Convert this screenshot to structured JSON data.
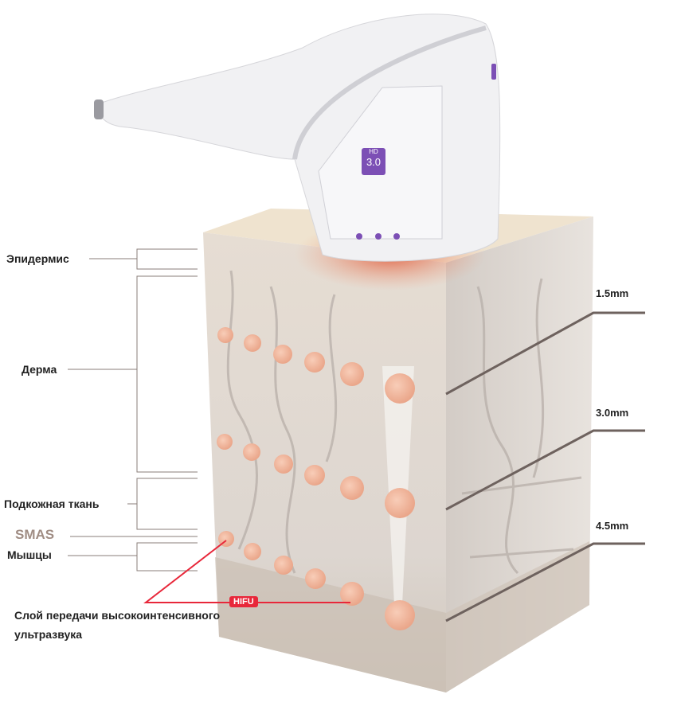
{
  "device": {
    "badge_top": "HD",
    "badge_bottom": "3.0"
  },
  "layers": {
    "epidermis": "Эпидермис",
    "dermis": "Дерма",
    "subcutaneous": "Подкожная ткань",
    "smas": "SMAS",
    "muscles": "Мышцы"
  },
  "depths": [
    "1.5mm",
    "3.0mm",
    "4.5mm"
  ],
  "hifu": {
    "badge": "HIFU",
    "caption_line1": "Слой передачи высокоинтенсивного",
    "caption_line2": "ультразвука"
  },
  "colors": {
    "accent": "#e8273a",
    "device_purple": "#7c4fb5",
    "dot": "#f2b9a0",
    "line": "#6e625e"
  }
}
